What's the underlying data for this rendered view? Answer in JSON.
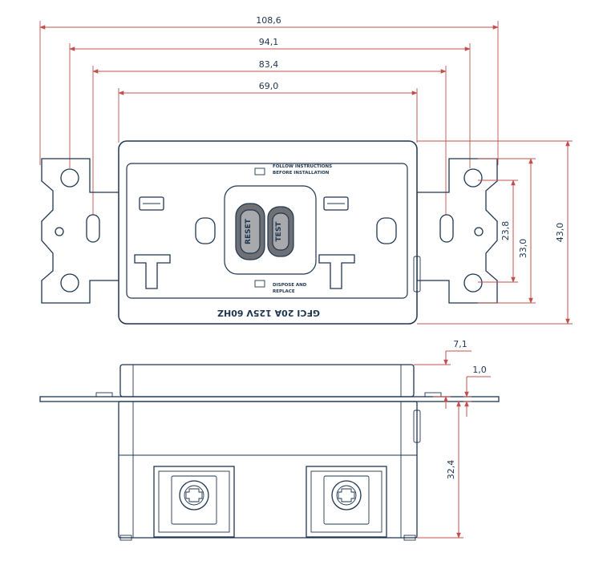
{
  "dimensions": {
    "overall_width": "108,6",
    "mounting_holes": "94,1",
    "slot_holes": "83,4",
    "body_width": "69,0",
    "height_total": "43,0",
    "height_33": "33,0",
    "height_23": "23,8",
    "depth_plate": "7,1",
    "plate_thickness": "1,0",
    "depth_body": "32,4"
  },
  "labels": {
    "reset_button": "RESET",
    "test_button": "TEST",
    "face_top_1": "FOLLOW INSTRUCTIONS",
    "face_top_2": "BEFORE INSTALLATION",
    "face_bottom_1": "DISPOSE AND",
    "face_bottom_2": "REPLACE",
    "rating": "GFCI 20A 125V 60HZ"
  },
  "colors": {
    "outline": "#1e3550",
    "dimension": "#c0504d",
    "button_fill": "#a7a9ac"
  }
}
